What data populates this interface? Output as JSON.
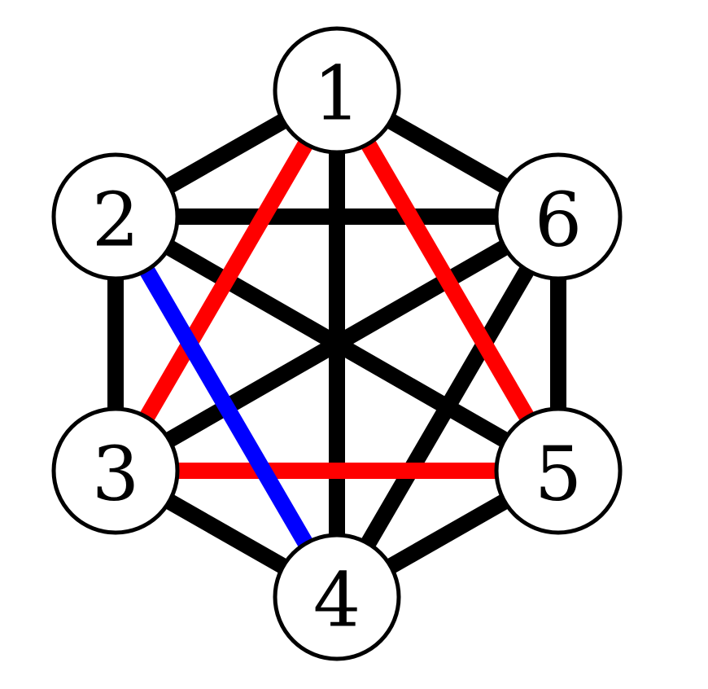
{
  "graph": {
    "nodes": [
      {
        "id": "1",
        "label": "1"
      },
      {
        "id": "2",
        "label": "2"
      },
      {
        "id": "3",
        "label": "3"
      },
      {
        "id": "4",
        "label": "4"
      },
      {
        "id": "5",
        "label": "5"
      },
      {
        "id": "6",
        "label": "6"
      }
    ],
    "edges": [
      {
        "from": "1",
        "to": "2",
        "color": "#000000"
      },
      {
        "from": "2",
        "to": "3",
        "color": "#000000"
      },
      {
        "from": "3",
        "to": "4",
        "color": "#000000"
      },
      {
        "from": "4",
        "to": "5",
        "color": "#000000"
      },
      {
        "from": "5",
        "to": "6",
        "color": "#000000"
      },
      {
        "from": "6",
        "to": "1",
        "color": "#000000"
      },
      {
        "from": "1",
        "to": "4",
        "color": "#000000"
      },
      {
        "from": "2",
        "to": "6",
        "color": "#000000"
      },
      {
        "from": "2",
        "to": "5",
        "color": "#000000"
      },
      {
        "from": "3",
        "to": "6",
        "color": "#000000"
      },
      {
        "from": "4",
        "to": "6",
        "color": "#000000"
      },
      {
        "from": "1",
        "to": "3",
        "color": "#ff0000"
      },
      {
        "from": "1",
        "to": "5",
        "color": "#ff0000"
      },
      {
        "from": "3",
        "to": "5",
        "color": "#ff0000"
      },
      {
        "from": "2",
        "to": "4",
        "color": "#0000ff"
      }
    ],
    "node_fill": "#ffffff",
    "node_stroke": "#000000"
  }
}
